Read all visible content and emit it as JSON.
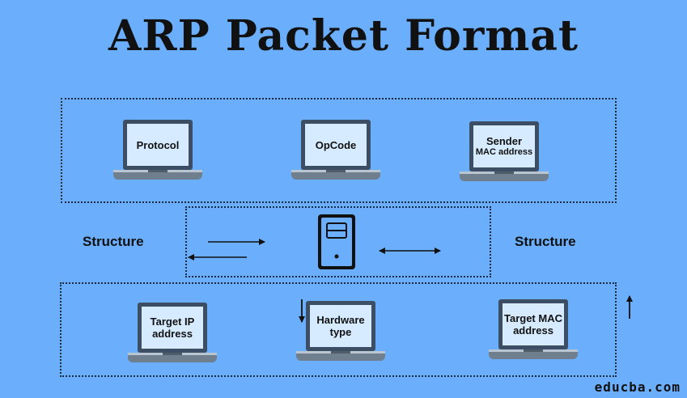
{
  "title": "ARP Packet Format",
  "top_row": [
    {
      "lines": [
        "Protocol"
      ]
    },
    {
      "lines": [
        "OpCode"
      ]
    },
    {
      "lines": [
        "Sender",
        "MAC address"
      ]
    }
  ],
  "bottom_row": [
    {
      "lines": [
        "Target IP",
        "address"
      ]
    },
    {
      "lines": [
        "Hardware",
        "type"
      ]
    },
    {
      "lines": [
        "Target MAC",
        "address"
      ]
    }
  ],
  "left_label": "Structure",
  "right_label": "Structure",
  "brand": "educba.com",
  "icons": [
    "laptop-icon",
    "server-icon",
    "arrow-right-icon",
    "arrow-left-icon",
    "double-arrow-icon",
    "arrow-down-icon",
    "arrow-up-icon"
  ]
}
